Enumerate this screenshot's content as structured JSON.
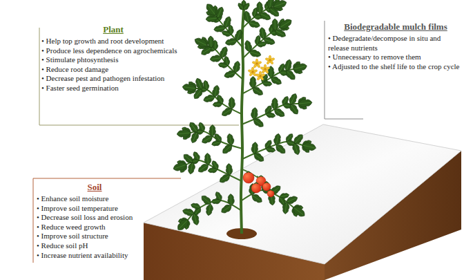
{
  "diagram": {
    "nodes": [
      {
        "text": [
          "Plant",
          "• Help top growth and root development",
          "• Produce less dependence on agrochemicals",
          "• Stimulate phtosynthesis",
          "• Reduce root damage",
          "• Decrease pest and pathogen infestation",
          "• Faster seed germination"
        ]
      },
      {
        "text": [
          "Biodegradable mulch films",
          "• Dedegradate/decompose in situ and release nutrients",
          "• Unnecessary to remove them",
          "• Adjusted to the shelf life to the crop cycle"
        ]
      },
      {
        "text": [
          "Soil",
          "• Enhance soil moisture",
          "• Improve soil temperature",
          "• Decrease soil loss and erosion",
          "• Reduce weed growth",
          "• Improve soil structure",
          "• Reduce soil pH",
          "• Increase nutrient availability"
        ]
      }
    ]
  }
}
